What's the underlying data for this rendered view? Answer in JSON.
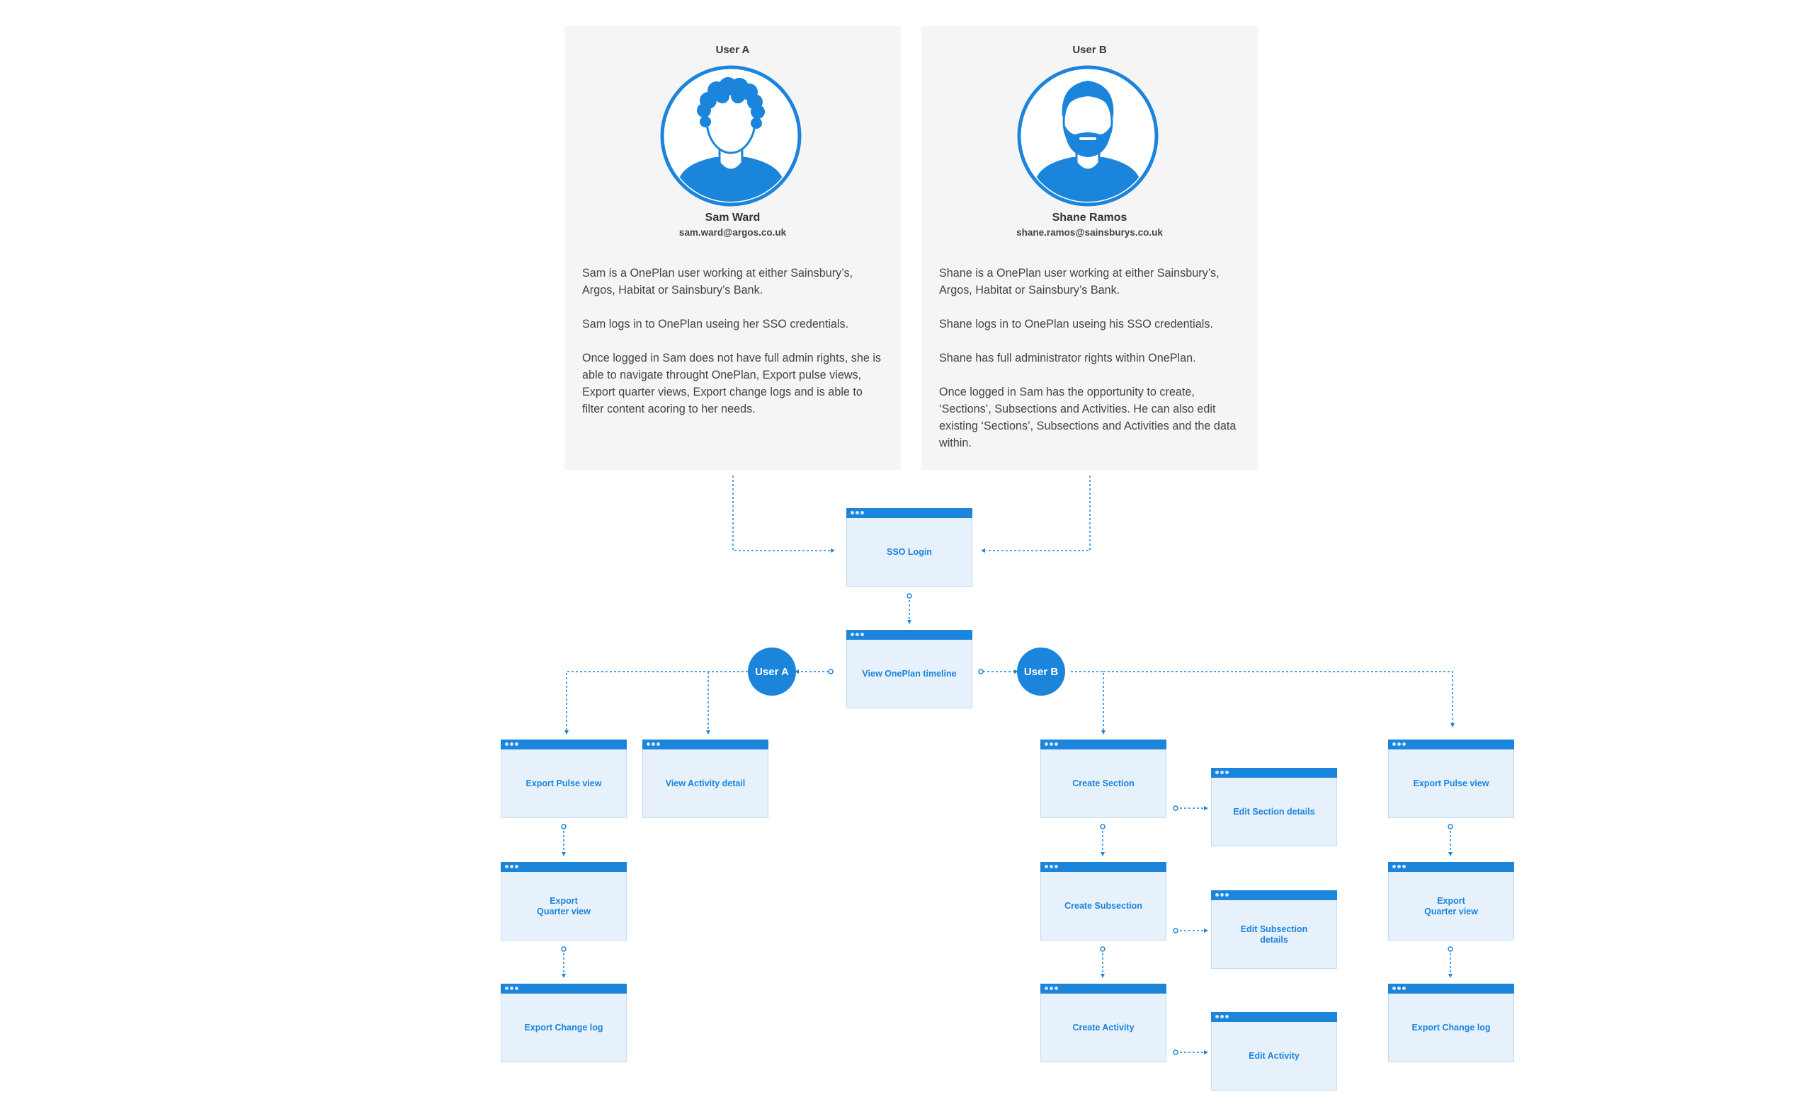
{
  "personas": [
    {
      "id": "a",
      "label": "User A",
      "name": "Sam Ward",
      "email": "sam.ward@argos.co.uk",
      "paragraphs": [
        "Sam is a OnePlan user working at either Sainsbury’s, Argos, Habitat or Sainsbury’s Bank.",
        "Sam logs in to OnePlan useing her SSO credentials.",
        "Once logged in Sam does not have full admin rights, she is able to navigate throught OnePlan, Export pulse views, Export quarter views, Export change logs and is able to filter content acoring to her needs."
      ],
      "avatar_icon": "curly-hair-person-icon"
    },
    {
      "id": "b",
      "label": "User B",
      "name": "Shane Ramos",
      "email": "shane.ramos@sainsburys.co.uk",
      "paragraphs": [
        "Shane is a OnePlan user working at either Sainsbury’s, Argos, Habitat or Sainsbury’s Bank.",
        "Shane logs in to OnePlan useing his SSO credentials.",
        "Shane has full administrator rights within OnePlan.",
        "Once logged in Sam has the opportunity to create, ‘Sections’, Subsections and Activities. He can also edit existing ‘Sections’, Subsections and Activities and the data within."
      ],
      "avatar_icon": "bearded-person-icon"
    }
  ],
  "nodes": {
    "user_a": "User A",
    "user_b": "User B"
  },
  "screens": {
    "sso_login": "SSO Login",
    "view_timeline": "View OnePlan timeline",
    "a_export_pulse": "Export Pulse view",
    "a_view_activity": "View Activity detail",
    "a_export_quarter": "Export Quarter view",
    "a_export_changelog": "Export Change log",
    "b_create_section": "Create Section",
    "b_edit_section": "Edit Section details",
    "b_create_subsection": "Create Subsection",
    "b_edit_subsection": "Edit Subsection details",
    "b_create_activity": "Create Activity",
    "b_edit_activity": "Edit Activity",
    "b_export_pulse": "Export Pulse view",
    "b_export_quarter": "Export Quarter view",
    "b_export_changelog": "Export Change log"
  },
  "colors": {
    "accent": "#1b84db",
    "screen_fill": "#e6f1fc",
    "card_bg": "#f5f5f5",
    "body_text": "#444444"
  }
}
